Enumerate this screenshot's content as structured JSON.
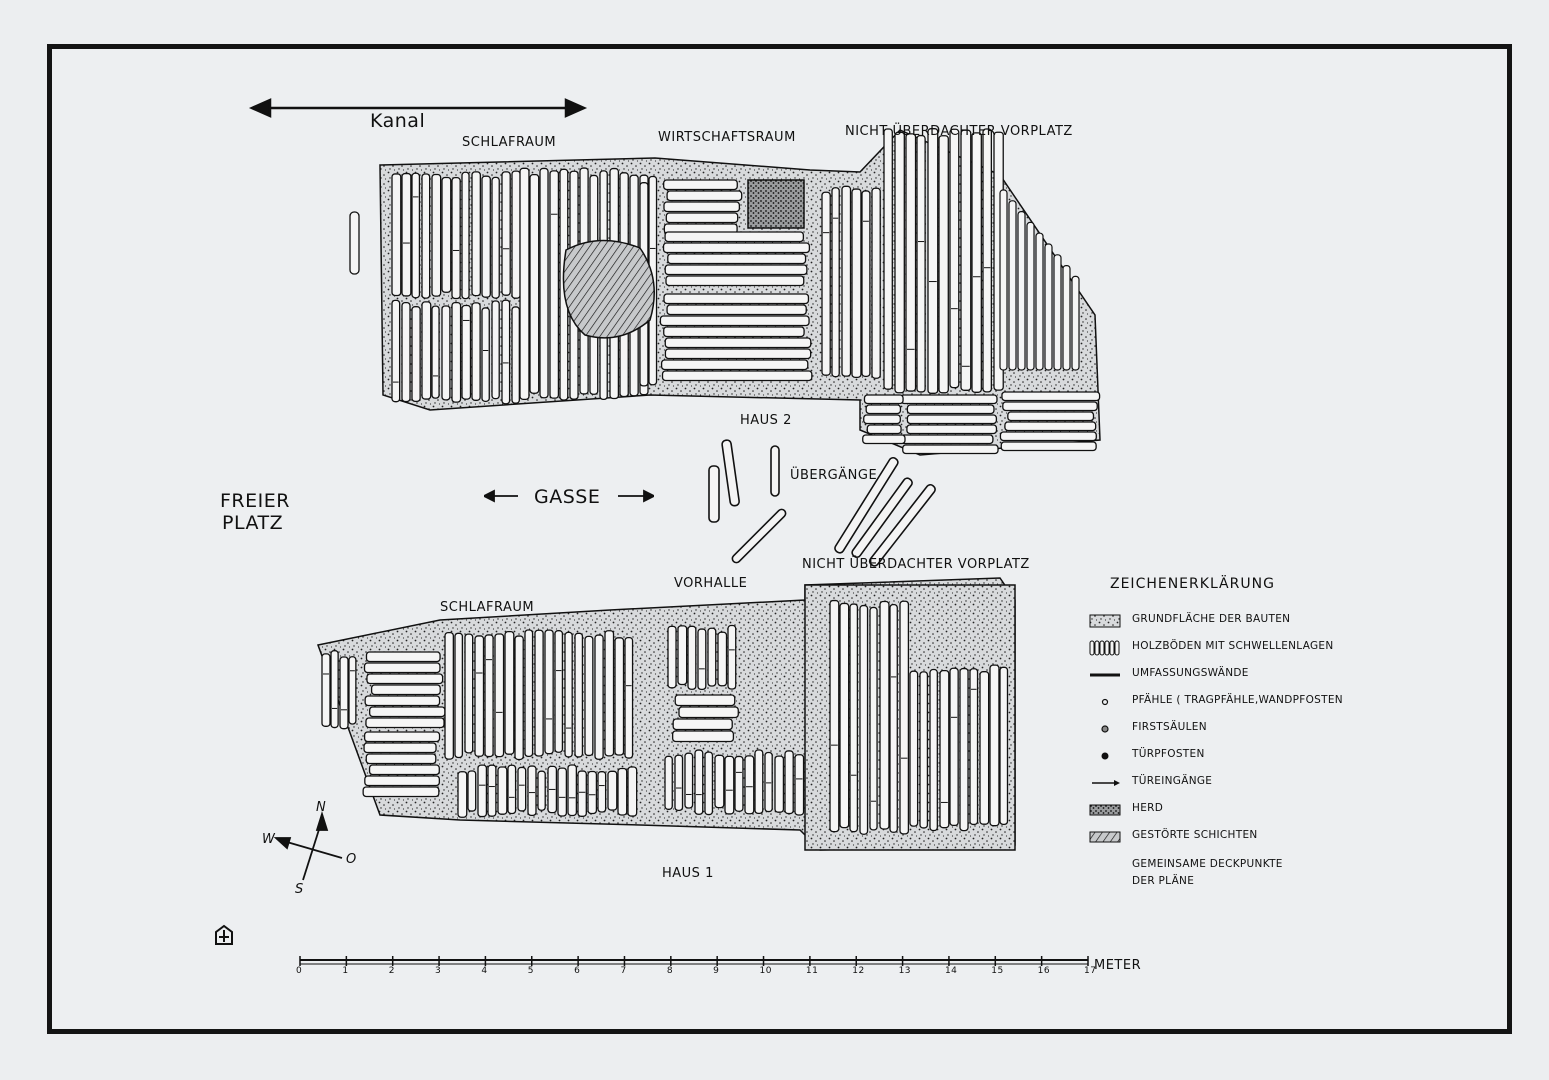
{
  "labels": {
    "kanal": "Kanal",
    "haus2_schlafraum": "SCHLAFRAUM",
    "wirtschaftsraum": "WIRTSCHAFTSRAUM",
    "haus2_vorplatz": "NICHT ÜBERDACHTER VORPLATZ",
    "haus2": "HAUS 2",
    "uebergaenge": "ÜBERGÄNGE",
    "freier_platz_1": "FREIER",
    "freier_platz_2": "PLATZ",
    "gasse": "GASSE",
    "vorhalle": "VORHALLE",
    "haus1_vorplatz": "NICHT ÜBERDACHTER VORPLATZ",
    "haus1_schlafraum": "SCHLAFRAUM",
    "haus1": "HAUS 1"
  },
  "compass": {
    "n": "N",
    "w": "W",
    "o": "O",
    "s": "S"
  },
  "legend": {
    "title": "ZEICHENERKLÄRUNG",
    "items": [
      {
        "key": "grundflaeche",
        "label": "GRUNDFLÄCHE DER BAUTEN"
      },
      {
        "key": "holzboeden",
        "label": "HOLZBÖDEN MIT SCHWELLENLAGEN"
      },
      {
        "key": "umfassung",
        "label": "UMFASSUNGSWÄNDE"
      },
      {
        "key": "pfaehle",
        "label": "PFÄHLE ( TRAGPFÄHLE,WANDPFOSTEN"
      },
      {
        "key": "firstsaeulen",
        "label": "FIRSTSÄULEN"
      },
      {
        "key": "tuerpfosten",
        "label": "TÜRPFOSTEN"
      },
      {
        "key": "tuereingaenge",
        "label": "TÜREINGÄNGE"
      },
      {
        "key": "herd",
        "label": "HERD"
      },
      {
        "key": "gestoert",
        "label": "GESTÖRTE SCHICHTEN"
      },
      {
        "key": "deckpunkte",
        "label": "GEMEINSAME DECKPUNKTE DER PLÄNE"
      }
    ]
  },
  "scale": {
    "ticks": [
      "0",
      "1",
      "2",
      "3",
      "4",
      "5",
      "6",
      "7",
      "8",
      "9",
      "10",
      "11",
      "12",
      "13",
      "14",
      "15",
      "16",
      "17"
    ],
    "unit": "METER"
  },
  "colors": {
    "ink": "#141414",
    "paper": "#edeff1"
  }
}
